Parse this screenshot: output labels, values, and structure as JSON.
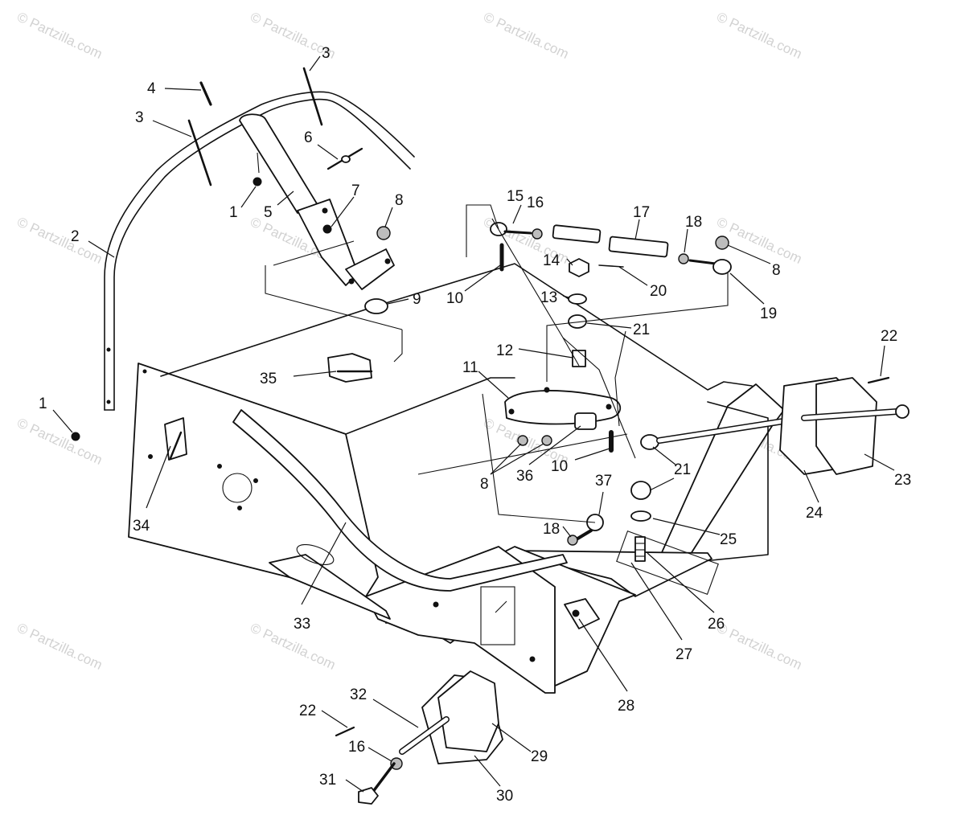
{
  "watermark": "© Partzilla.com",
  "callouts": {
    "c1a": "1",
    "c1b": "1",
    "c2": "2",
    "c3a": "3",
    "c3b": "3",
    "c4": "4",
    "c5": "5",
    "c6": "6",
    "c7": "7",
    "c8a": "8",
    "c8b": "8",
    "c8c": "8",
    "c9": "9",
    "c10a": "10",
    "c10b": "10",
    "c11": "11",
    "c12": "12",
    "c13": "13",
    "c14": "14",
    "c15": "15",
    "c16a": "16",
    "c16b": "16",
    "c17": "17",
    "c18a": "18",
    "c18b": "18",
    "c19": "19",
    "c20": "20",
    "c21a": "21",
    "c21b": "21",
    "c22a": "22",
    "c22b": "22",
    "c23": "23",
    "c24": "24",
    "c25": "25",
    "c26": "26",
    "c27": "27",
    "c28": "28",
    "c29": "29",
    "c30": "30",
    "c31": "31",
    "c32": "32",
    "c33": "33",
    "c34": "34",
    "c35": "35",
    "c36": "36",
    "c37": "37"
  },
  "icons": {
    "frame": "chassis-frame-icon",
    "handlebar": "handlebar-icon",
    "steering_post": "steering-post-icon",
    "tie_rod": "tie-rod-icon",
    "spindle": "spindle-icon"
  }
}
